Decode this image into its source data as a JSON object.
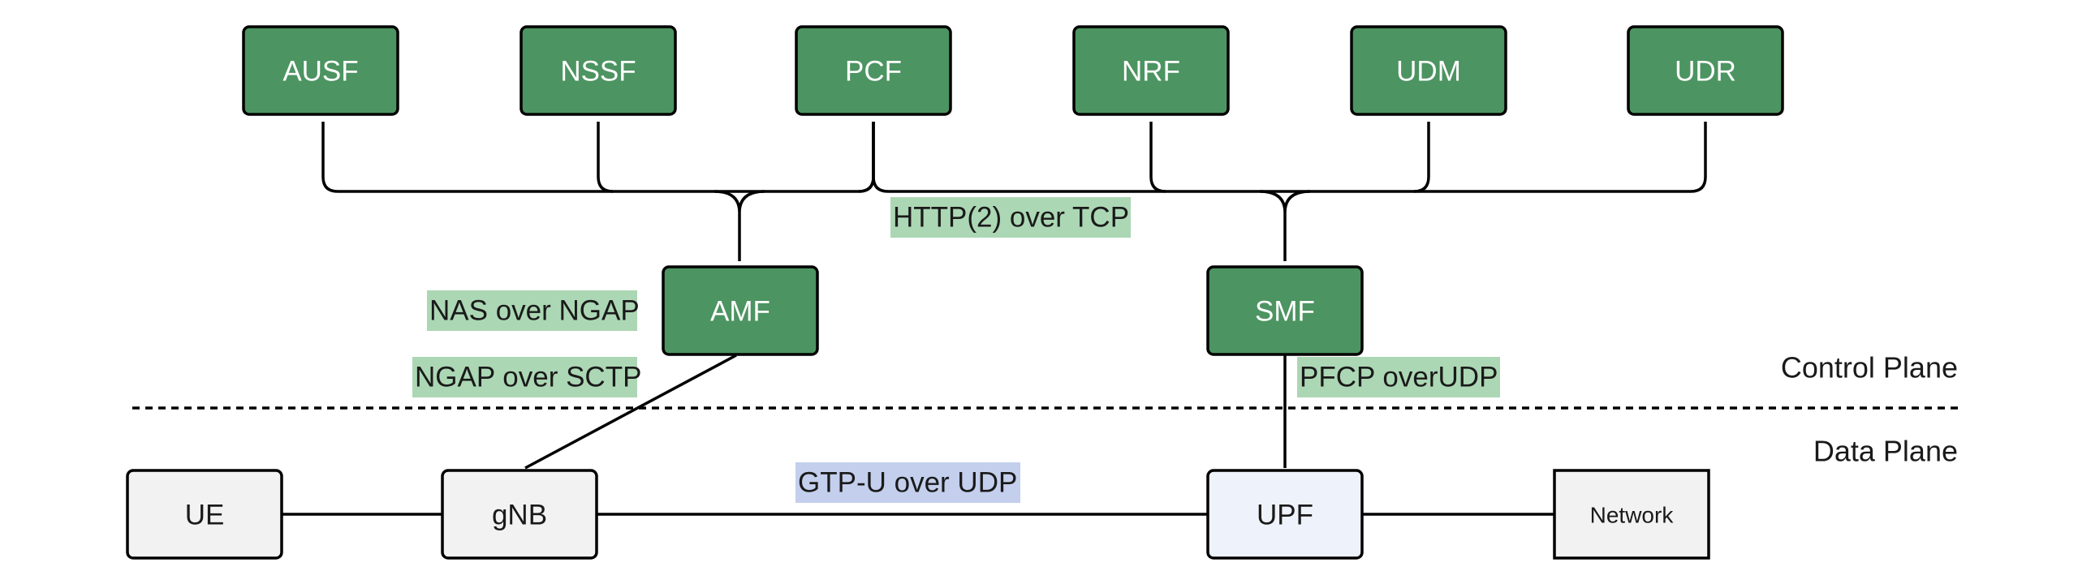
{
  "colors": {
    "nf_fill": "#4c9461",
    "nf_text": "#ffffff",
    "endpoint_fill": "#f2f2f2",
    "upf_fill": "#eef2fb",
    "node_text": "#1a1a1a",
    "http_bg": "#acd7b4",
    "ngap_bg": "#acd7b4",
    "pfcp_bg": "#acd7b4",
    "gtp_bg": "#c3cfec"
  },
  "nodes": {
    "ausf": "AUSF",
    "nssf": "NSSF",
    "pcf": "PCF",
    "nrf": "NRF",
    "udm": "UDM",
    "udr": "UDR",
    "amf": "AMF",
    "smf": "SMF",
    "ue": "UE",
    "gnb": "gNB",
    "upf": "UPF",
    "network": "Network"
  },
  "protocols": {
    "sbi": "HTTP(2) over TCP",
    "nas": "NAS over NGAP",
    "ngap": "NGAP over SCTP",
    "pfcp": "PFCP overUDP",
    "gtpu": "GTP-U over UDP"
  },
  "planes": {
    "control": "Control Plane",
    "data": "Data Plane"
  }
}
